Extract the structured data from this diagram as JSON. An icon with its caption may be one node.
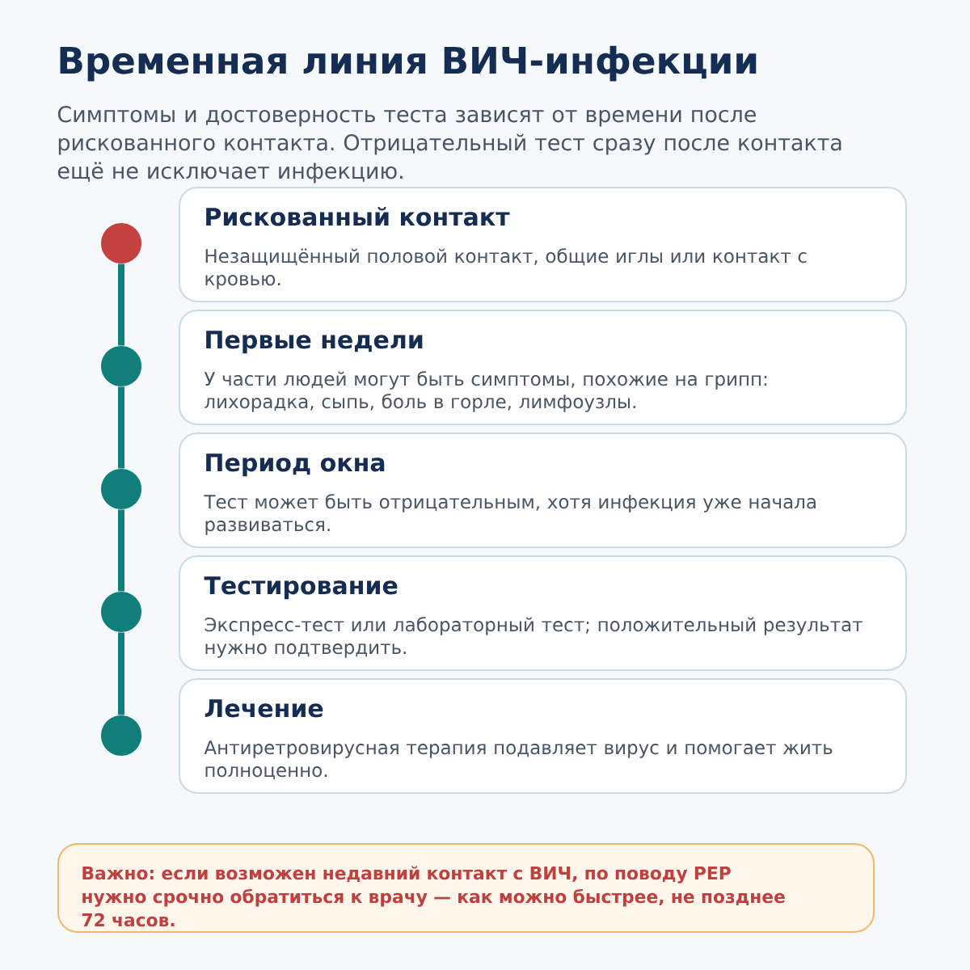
{
  "diagram": {
    "title": "Временная линия ВИЧ-инфекции",
    "nodes": [
      {
        "text": [],
        "shape": "circle"
      },
      {
        "text": [
          "Рискованный контакт",
          "Незащищённый половой контакт, общие иглы или контакт с кровью."
        ]
      },
      {
        "text": [],
        "shape": "circle"
      },
      {
        "text": [
          "Первые недели",
          "У части людей могут быть симптомы, похожие на грипп: лихорадка, сыпь, боль в горле, лимфоузлы."
        ]
      },
      {
        "text": [],
        "shape": "circle"
      },
      {
        "text": [
          "Период окна",
          "Тест может быть отрицательным, хотя инфекция уже начала развиваться."
        ]
      },
      {
        "text": [],
        "shape": "circle"
      },
      {
        "text": [
          "Тестирование",
          "Экспресс-тест или лабораторный тест; положительный результат нужно подтвердить."
        ]
      },
      {
        "text": [],
        "shape": "circle"
      },
      {
        "text": [
          "Лечение",
          "Антиретровирусная терапия подавляет вирус и помогает жить полноценно."
        ]
      },
      {
        "text": [
          "Важно: если возможен недавний контакт с ВИЧ, по поводу PEP нужно срочно обратиться к врачу — как можно быстрее, не позднее 72 часов."
        ]
      }
    ],
    "edges": [
      {
        "from": 0,
        "to": 2,
        "arrow": "none"
      },
      {
        "from": 2,
        "to": 4,
        "arrow": "none"
      },
      {
        "from": 4,
        "to": 6,
        "arrow": "none"
      },
      {
        "from": 6,
        "to": 8,
        "arrow": "none"
      }
    ],
    "labels": [
      "Симптомы и достоверность теста зависят от времени после рискованного контакта. Отрицательный тест сразу после контакта ещё не исключает инфекцию."
    ]
  }
}
